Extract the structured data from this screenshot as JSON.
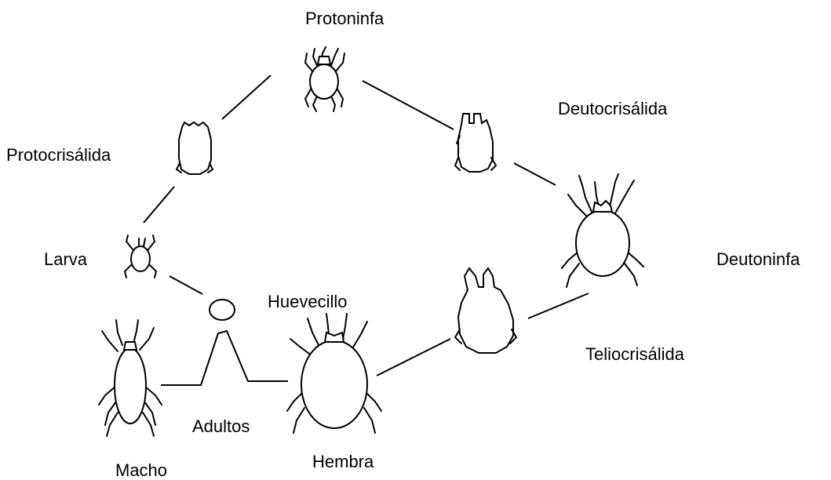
{
  "labels": {
    "protoninfa": "Protoninfa",
    "deutocrisalida": "Deutocrisálida",
    "protocrisalida": "Protocrisálida",
    "deutoninfa": "Deutoninfa",
    "larva": "Larva",
    "huevecillo": "Huevecillo",
    "teliocrisalida": "Teliocrisálida",
    "adultos": "Adultos",
    "macho": "Macho",
    "hembra": "Hembra"
  }
}
